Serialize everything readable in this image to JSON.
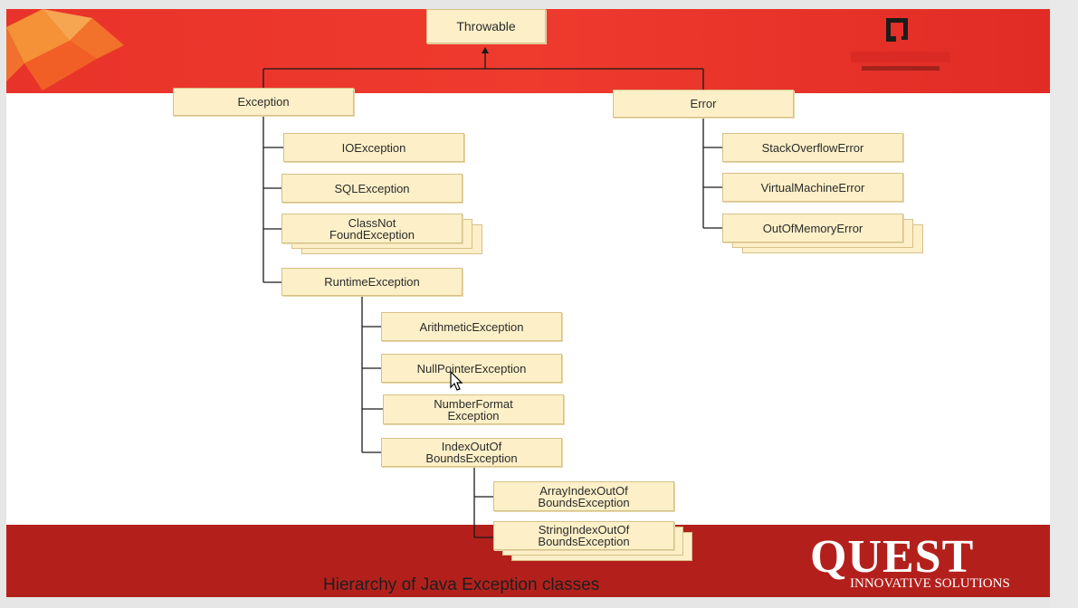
{
  "diagram": {
    "caption": "Hierarchy of Java Exception classes",
    "root": "Throwable",
    "exception_branch": {
      "label": "Exception",
      "children": [
        "IOException",
        "SQLException",
        "ClassNot\nFoundException",
        "RuntimeException"
      ]
    },
    "runtime_branch": {
      "children": [
        "ArithmeticException",
        "NullPointerException",
        "NumberFormat\nException",
        "IndexOutOf\nBoundsException"
      ]
    },
    "index_branch": {
      "children": [
        "ArrayIndexOutOf\nBoundsException",
        "StringIndexOutOf\nBoundsException"
      ]
    },
    "error_branch": {
      "label": "Error",
      "children": [
        "StackOverflowError",
        "VirtualMachineError",
        "OutOfMemoryError"
      ]
    }
  },
  "branding": {
    "logo_word": "QUEST",
    "logo_subtitle": "INNOVATIVE SOLUTIONS"
  },
  "colors": {
    "band_red": "#e8332a",
    "band_dark_red": "#b3201c",
    "node_fill": "#fdf0c8",
    "node_border": "#d7c089"
  }
}
